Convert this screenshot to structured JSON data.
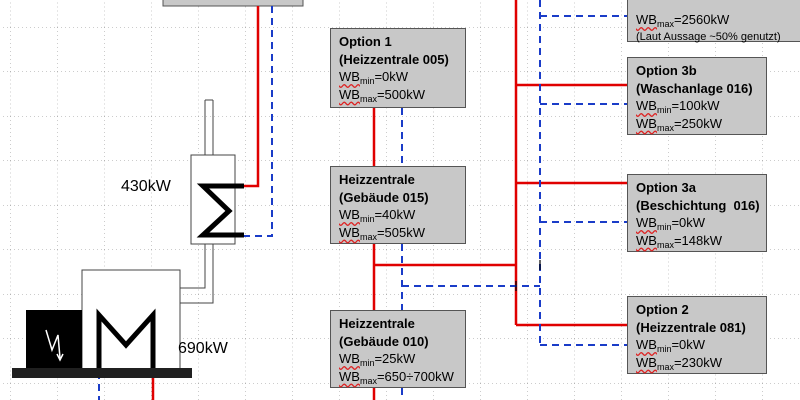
{
  "colors": {
    "supply": "#e00000",
    "return": "#1a3cc8",
    "box_fill": "#c8c8c8"
  },
  "boxes": {
    "top_right": {
      "line_max": {
        "base": "WB",
        "sub": "max",
        "value": "=2560kW"
      },
      "note": "(Laut Aussage ~50% genutzt)"
    },
    "option1": {
      "title1": "Option 1",
      "title2": "(Heizzentrale 005)",
      "line_min": {
        "base": "WB",
        "sub": "min",
        "value": "=0kW"
      },
      "line_max": {
        "base": "WB",
        "sub": "max",
        "value": "=500kW"
      }
    },
    "heiz015": {
      "title1": "Heizzentrale",
      "title2": "(Gebäude 015)",
      "line_min": {
        "base": "WB",
        "sub": "min",
        "value": "=40kW"
      },
      "line_max": {
        "base": "WB",
        "sub": "max",
        "value": "=505kW"
      }
    },
    "heiz010": {
      "title1": "Heizzentrale",
      "title2": "(Gebäude 010)",
      "line_min": {
        "base": "WB",
        "sub": "min",
        "value": "=25kW"
      },
      "line_max": {
        "base": "WB",
        "sub": "max",
        "value": "=650÷700kW"
      }
    },
    "option3b": {
      "title1": "Option 3b",
      "title2": "(Waschanlage 016)",
      "line_min": {
        "base": "WB",
        "sub": "min",
        "value": "=100kW"
      },
      "line_max": {
        "base": "WB",
        "sub": "max",
        "value": "=250kW"
      }
    },
    "option3a": {
      "title1": "Option 3a",
      "title2": "(Beschichtung  016)",
      "line_min": {
        "base": "WB",
        "sub": "min",
        "value": "=0kW"
      },
      "line_max": {
        "base": "WB",
        "sub": "max",
        "value": "=148kW"
      }
    },
    "option2": {
      "title1": "Option 2",
      "title2": "(Heizzentrale 081)",
      "line_min": {
        "base": "WB",
        "sub": "min",
        "value": "=0kW"
      },
      "line_max": {
        "base": "WB",
        "sub": "max",
        "value": "=230kW"
      }
    }
  },
  "labels": {
    "hx_power": "430kW",
    "chp_power": "690kW"
  },
  "icons": {
    "heat_exchanger": "heat-exchanger-icon",
    "chp": "chp-generator-icon"
  }
}
